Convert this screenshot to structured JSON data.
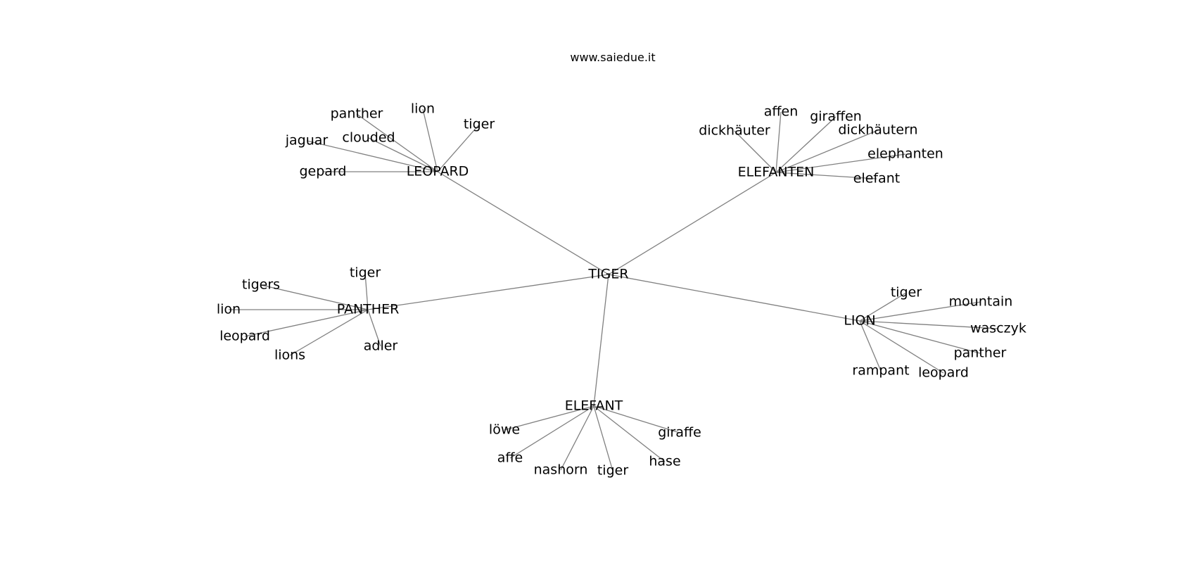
{
  "header": {
    "site_url": "www.saiedue.it"
  },
  "colors": {
    "edge": "#808080",
    "text": "#000000",
    "background": "#ffffff"
  },
  "graph": {
    "root": "TIGER",
    "clusters": [
      {
        "hub": "LEOPARD",
        "leaves": [
          "panther",
          "lion",
          "tiger",
          "clouded",
          "jaguar",
          "gepard"
        ]
      },
      {
        "hub": "ELEFANTEN",
        "leaves": [
          "affen",
          "giraffen",
          "dickhäuter",
          "dickhäutern",
          "elephanten",
          "elefant"
        ]
      },
      {
        "hub": "PANTHER",
        "leaves": [
          "tiger",
          "tigers",
          "lion",
          "leopard",
          "lions",
          "adler"
        ]
      },
      {
        "hub": "LION",
        "leaves": [
          "tiger",
          "mountain",
          "wasczyk",
          "panther",
          "leopard",
          "rampant"
        ]
      },
      {
        "hub": "ELEFANT",
        "leaves": [
          "löwe",
          "giraffe",
          "affe",
          "nashorn",
          "tiger",
          "hase"
        ]
      }
    ]
  }
}
